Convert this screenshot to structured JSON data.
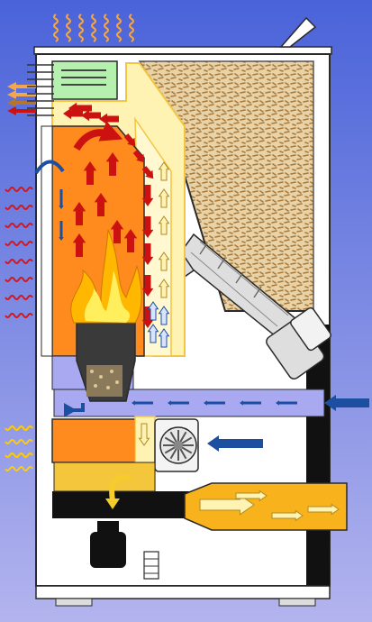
{
  "colors": {
    "background_top": "#4a63d9",
    "background_bottom": "#b3b4ee",
    "cabinet": "#ffffff",
    "outline": "#2a2a2a",
    "firebox": "#ff8a1e",
    "firebox_dark": "#e8670d",
    "flue_channel": "#fff3b4",
    "flue_channel_edge": "#f2c542",
    "air_duct": "#a9a9f2",
    "hopper": "#dedede",
    "pellet": "#d8b27a",
    "ash_box": "#ff8a1e",
    "exhaust_pipe": "#f7b21c",
    "exhaust_panel": "#f4c63c",
    "heat_exchanger": "#b6f0ae",
    "back_panel": "#111111",
    "arrow_red": "#cc1111",
    "arrow_blue": "#1d4fa0",
    "arrow_yellow": "#f6cc2a",
    "wave_red": "#e01313",
    "wave_orange": "#f4a64a",
    "wave_yellow": "#ffcc00",
    "flame_outer": "#ffb700",
    "flame_inner": "#ffef5c"
  },
  "icons": {
    "flame": "flame-icon",
    "fan": "combustion-fan-icon",
    "auger": "pellet-auger-icon",
    "motor": "auger-motor-icon",
    "burn_pot": "burn-pot-icon",
    "ash_pan": "ash-pan-icon",
    "exhaust": "exhaust-pipe-icon",
    "hopper_lid": "hopper-lid-icon"
  },
  "flows": {
    "hot_gas": "red",
    "fresh_air": "blue",
    "flue_gas": "yellow",
    "radiant_heat": "wavy"
  }
}
